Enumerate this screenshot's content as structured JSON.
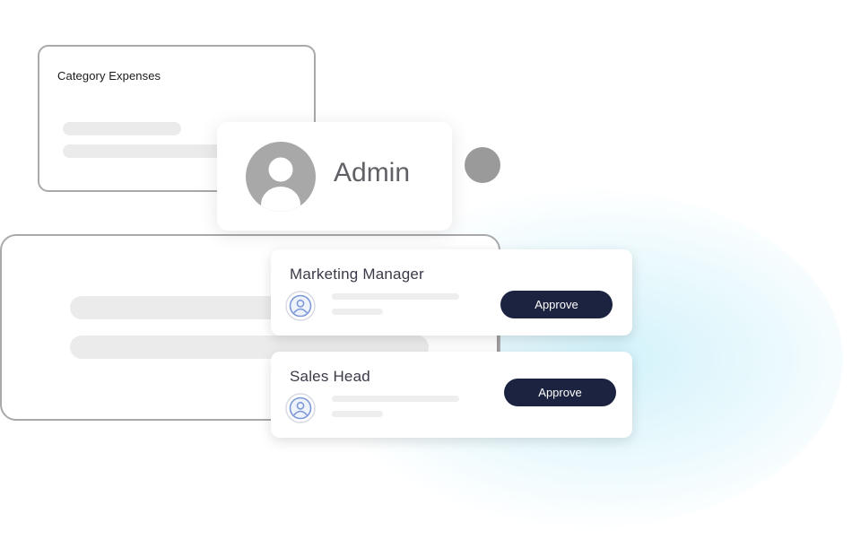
{
  "expenses_card": {
    "title": "Category Expenses"
  },
  "admin_card": {
    "name": "Admin",
    "avatar_icon": "user-avatar-icon"
  },
  "approvals": [
    {
      "role": "Marketing Manager",
      "button_label": "Approve",
      "icon": "user-circle-icon"
    },
    {
      "role": "Sales Head",
      "button_label": "Approve",
      "icon": "user-circle-icon"
    }
  ],
  "colors": {
    "button_bg": "#1c2340",
    "button_text": "#ffffff",
    "outline": "#a9a9ab",
    "placeholder": "#ebebeb",
    "avatar_gray": "#a8a8a8",
    "user_icon_blue": "#7c98d8",
    "glow": "#d4f2fa"
  }
}
